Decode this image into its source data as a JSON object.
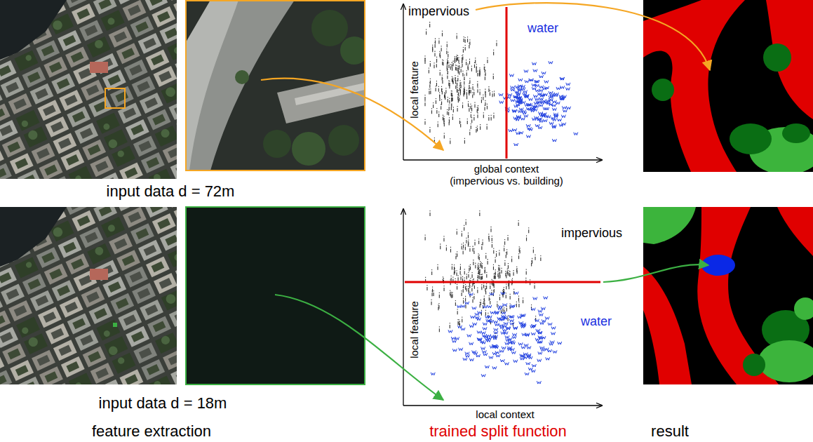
{
  "diagram": {
    "labels": [
      "impervious",
      "water",
      "local feature",
      "global context (impervious vs. building)",
      "input data d = 72m",
      "impervious",
      "local feature",
      "water",
      "local context",
      "input data d = 18m",
      "feature extraction",
      "trained split function",
      "result"
    ]
  }
}
